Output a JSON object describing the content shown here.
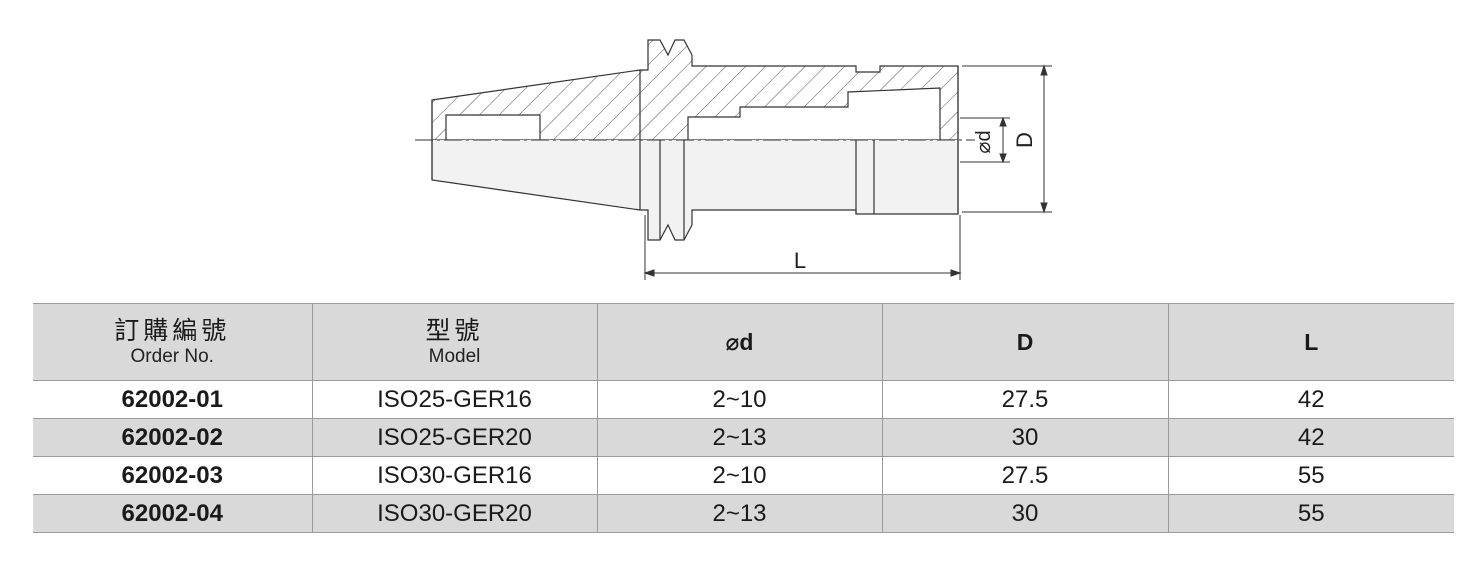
{
  "drawing": {
    "dim_d_label": "⌀d",
    "dim_D_label": "D",
    "dim_L_label": "L"
  },
  "table": {
    "headers": [
      {
        "zh": "訂購編號",
        "en": "Order No."
      },
      {
        "zh": "型號",
        "en": "Model"
      },
      {
        "sym": "⌀d"
      },
      {
        "sym": "D"
      },
      {
        "sym": "L"
      }
    ],
    "rows": [
      {
        "order": "62002-01",
        "model": "ISO25-GER16",
        "d": "2~10",
        "D": "27.5",
        "L": "42"
      },
      {
        "order": "62002-02",
        "model": "ISO25-GER20",
        "d": "2~13",
        "D": "30",
        "L": "42"
      },
      {
        "order": "62002-03",
        "model": "ISO30-GER16",
        "d": "2~10",
        "D": "27.5",
        "L": "55"
      },
      {
        "order": "62002-04",
        "model": "ISO30-GER20",
        "d": "2~13",
        "D": "30",
        "L": "55"
      }
    ]
  }
}
